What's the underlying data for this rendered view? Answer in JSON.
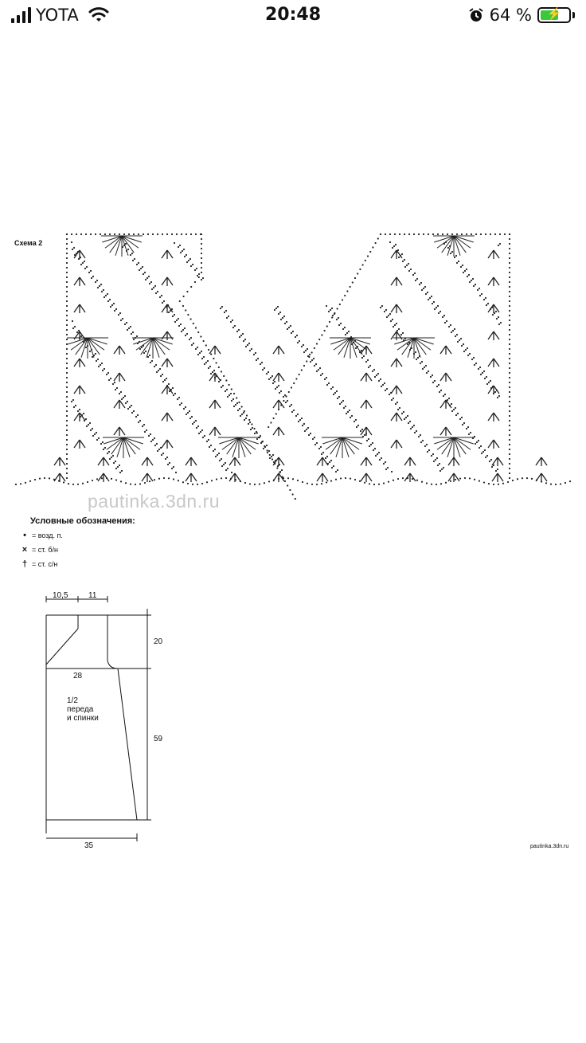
{
  "status_bar": {
    "carrier": "YOTA",
    "time": "20:48",
    "battery_percent": "64 %",
    "battery_level": 0.64,
    "battery_color": "#3ac93a"
  },
  "image": {
    "scheme_title": "Схема 2",
    "watermark": "pautinka.3dn.ru",
    "legend": {
      "title": "Условные обозначения:",
      "items": [
        {
          "symbol": "•",
          "text": "= возд. п."
        },
        {
          "symbol": "×",
          "text": "= ст. б/н"
        },
        {
          "symbol": "†",
          "text": "= ст. с/н"
        }
      ]
    },
    "pattern_dimensions": {
      "top_left": "10,5",
      "top_right": "11",
      "armhole_height": "20",
      "width": "28",
      "length": "59",
      "bottom": "35"
    },
    "pattern_label": "1/2\nпереда\nи спинки",
    "source_mark": "pautinka.3dn.ru"
  }
}
